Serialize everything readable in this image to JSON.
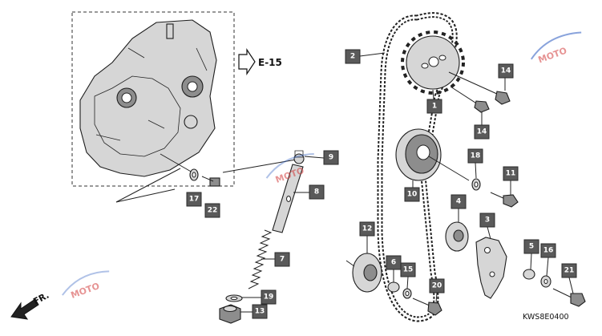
{
  "diagram": {
    "reference_label": "E-15",
    "diagram_code": "KWS8E0400",
    "front_label": "FR.",
    "callouts": [
      "1",
      "2",
      "3",
      "4",
      "5",
      "6",
      "7",
      "8",
      "9",
      "10",
      "11",
      "12",
      "13",
      "14",
      "14",
      "15",
      "16",
      "17",
      "18",
      "19",
      "20",
      "21",
      "22"
    ]
  },
  "watermark": {
    "text": "MOTO",
    "colors": {
      "blue": "#3a66c4",
      "red": "#d23a3a"
    }
  },
  "colors": {
    "callout_fill": "#5a5a5a",
    "part_fill": "#d6d6d6",
    "line": "#222222"
  }
}
